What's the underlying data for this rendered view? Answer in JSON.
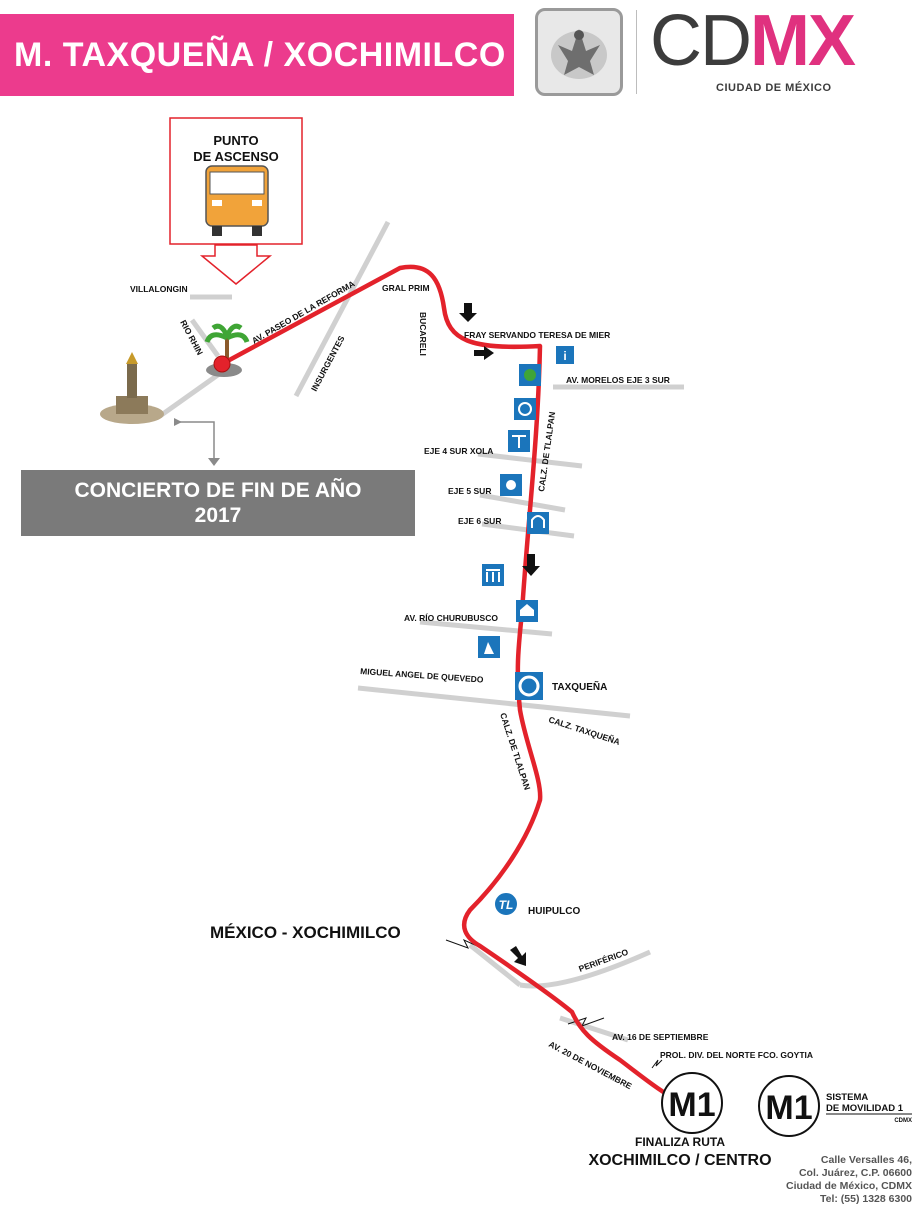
{
  "header": {
    "route_title": "M. TAXQUEÑA / XOCHIMILCO",
    "logo_cd": "CD",
    "logo_mx": "MX",
    "logo_subtitle": "CIUDAD DE MÉXICO"
  },
  "boarding": {
    "line1": "PUNTO",
    "line2": "DE ASCENSO"
  },
  "concert": {
    "line1": "CONCIERTO DE FIN DE AÑO",
    "line2": "2017"
  },
  "streets": {
    "villalongin": "VILLALONGIN",
    "rio_rhin": "RIO RHIN",
    "reforma": "AV. PASEO DE LA REFORMA",
    "insurgentes": "INSURGENTES",
    "gral_prim": "GRAL PRIM",
    "bucareli": "BUCARELI",
    "fray": "FRAY SERVANDO TERESA DE MIER",
    "morelos": "AV. MORELOS EJE 3 SUR",
    "eje4": "EJE 4 SUR XOLA",
    "eje5": "EJE 5 SUR",
    "eje6": "EJE 6 SUR",
    "tlalpan1": "CALZ. DE TLALPAN",
    "churubusco": "AV. RÍO CHURUBUSCO",
    "quevedo": "MIGUEL ANGEL DE QUEVEDO",
    "taxquena_station": "TAXQUEÑA",
    "calz_taxquena": "CALZ. TAXQUEÑA",
    "tlalpan2": "CALZ. DE TLALPAN",
    "huipulco": "HUIPULCO",
    "mexico_xochimilco": "MÉXICO - XOCHIMILCO",
    "periferico": "PERIFÉRICO",
    "sept16": "AV. 16 DE SEPTIEMBRE",
    "div_norte": "PROL. DIV. DEL NORTE FCO. GOYTIA",
    "nov20": "AV. 20 DE NOVIEMBRE"
  },
  "end": {
    "badge": "M1",
    "finaliza": "FINALIZA RUTA",
    "destination": "XOCHIMILCO / CENTRO"
  },
  "system_logo": {
    "badge": "M1",
    "line1": "SISTEMA",
    "line2": "DE MOVILIDAD 1",
    "line3": "CDMX"
  },
  "address": {
    "line1": "Calle Versalles 46,",
    "line2": "Col. Juárez, C.P. 06600",
    "line3": "Ciudad de México, CDMX",
    "line4": "Tel: (55) 1328 6300"
  },
  "colors": {
    "brand_pink": "#ec3b8d",
    "route_red": "#e3222b",
    "station_blue": "#1b75bb",
    "banner_gray": "#7a7a7a"
  },
  "icons": [
    "angel-monument-icon",
    "bus-icon",
    "palm-tree-icon",
    "metro-station-icon",
    "info-icon",
    "arrow-down-icon",
    "arrow-right-icon",
    "tren-ligero-icon"
  ]
}
